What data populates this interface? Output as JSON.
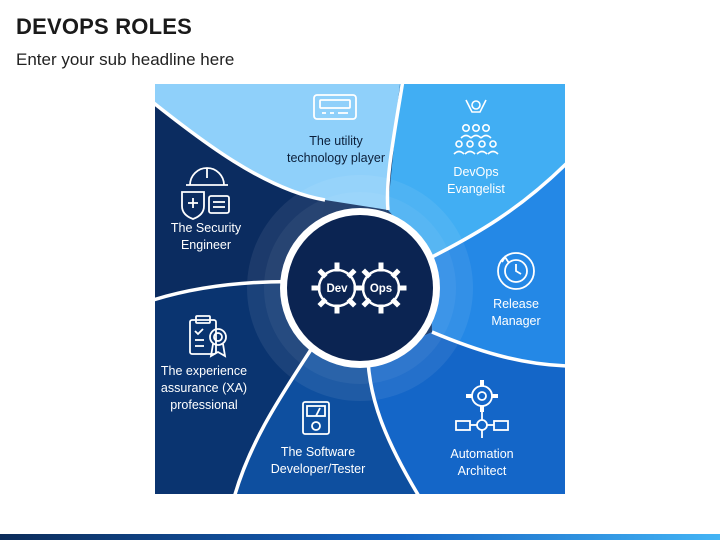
{
  "title": "DEVOPS ROLES",
  "subtitle": "Enter your sub headline here",
  "hub": {
    "left_gear": "Dev",
    "right_gear": "Ops"
  },
  "roles": [
    {
      "line1": "The utility",
      "line2": "technology player",
      "icon": "pager-icon",
      "color": "#8fd0fa"
    },
    {
      "line1": "DevOps",
      "line2": "Evangelist",
      "icon": "crowd-icon",
      "color": "#41aef3"
    },
    {
      "line1": "Release",
      "line2": "Manager",
      "icon": "cycle-icon",
      "color": "#2488e6"
    },
    {
      "line1": "Automation",
      "line2": "Architect",
      "icon": "gear-network-icon",
      "color": "#1466c8"
    },
    {
      "line1": "The Software",
      "line2": "Developer/Tester",
      "icon": "multimeter-icon",
      "color": "#0e4f9f"
    },
    {
      "line1": "The experience",
      "line2": "assurance (XA)",
      "line3": "professional",
      "icon": "certificate-icon",
      "color": "#0a3470"
    },
    {
      "line1": "The Security",
      "line2": "Engineer",
      "icon": "hardhat-shield-icon",
      "color": "#0a2b5e"
    }
  ]
}
